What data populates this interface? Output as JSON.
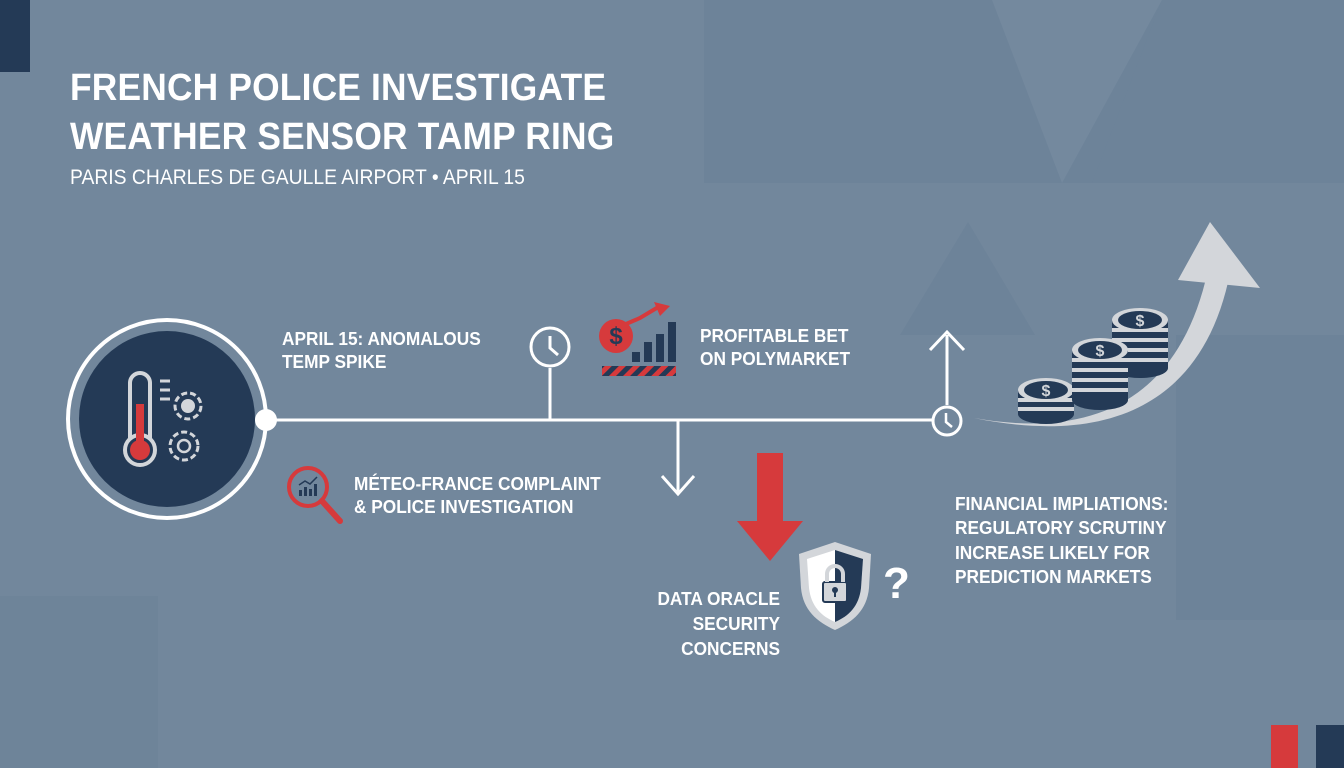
{
  "header": {
    "title_line1": "FRENCH POLICE INVESTIGATE",
    "title_line2": "WEATHER SENSOR TAMP RING",
    "subtitle": "PARIS CHARLES DE GAULLE AIRPORT • APRIL 15"
  },
  "timeline": {
    "events": [
      {
        "line1": "APRIL 15: ANOMALOUS",
        "line2": "TEMP SPIKE",
        "icon": "clock-icon"
      },
      {
        "line1": "MÉTEO-FRANCE COMPLAINT",
        "line2": "& POLICE INVESTIGATION",
        "icon": "magnifier-chart-icon"
      },
      {
        "line1": "PROFITABLE BET",
        "line2": "ON POLYMARKET",
        "icon": "dollar-bar-chart-icon"
      },
      {
        "line1": "DATA ORACLE",
        "line2": "SECURITY",
        "line3": "CONCERNS",
        "icon": "shield-lock-icon"
      }
    ],
    "start_icon": "thermometer-gears-icon",
    "question_mark": "?"
  },
  "implications": {
    "line1": "FINANCIAL IMPLIATIONS:",
    "line2": "REGULATORY SCRUTINY",
    "line3": "INCREASE LIKELY FOR",
    "line4": "PREDICTION MARKETS"
  },
  "colors": {
    "background": "#72879c",
    "navy": "#243a56",
    "red": "#d63a3c",
    "white": "#ffffff",
    "light_gray": "#d3d6da"
  }
}
